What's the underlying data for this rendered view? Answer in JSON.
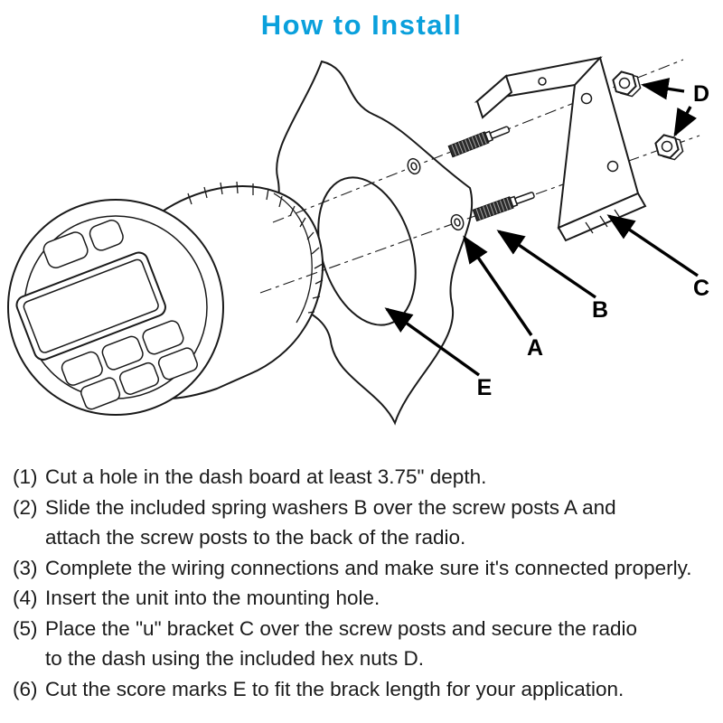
{
  "title": "How to Install",
  "colors": {
    "title_blue": "#0aa0dc",
    "line_black": "#1a1a1a"
  },
  "diagram": {
    "labels": {
      "a": "A",
      "b": "B",
      "c": "C",
      "d": "D",
      "e": "E"
    }
  },
  "instructions": [
    {
      "num": "(1)",
      "text": "Cut a hole in the dash board at least 3.75\" depth."
    },
    {
      "num": "(2)",
      "text": "Slide the included spring washers B over the screw posts A and\nattach the screw posts to the back of the radio."
    },
    {
      "num": "(3)",
      "text": "Complete the wiring connections and make sure it's connected properly."
    },
    {
      "num": "(4)",
      "text": "Insert the unit into the mounting hole."
    },
    {
      "num": "(5)",
      "text": "Place the \"u\" bracket C over the screw posts and secure the radio\nto the dash using the included hex nuts D."
    },
    {
      "num": "(6)",
      "text": "Cut the score marks E to fit the brack length for your application."
    }
  ]
}
